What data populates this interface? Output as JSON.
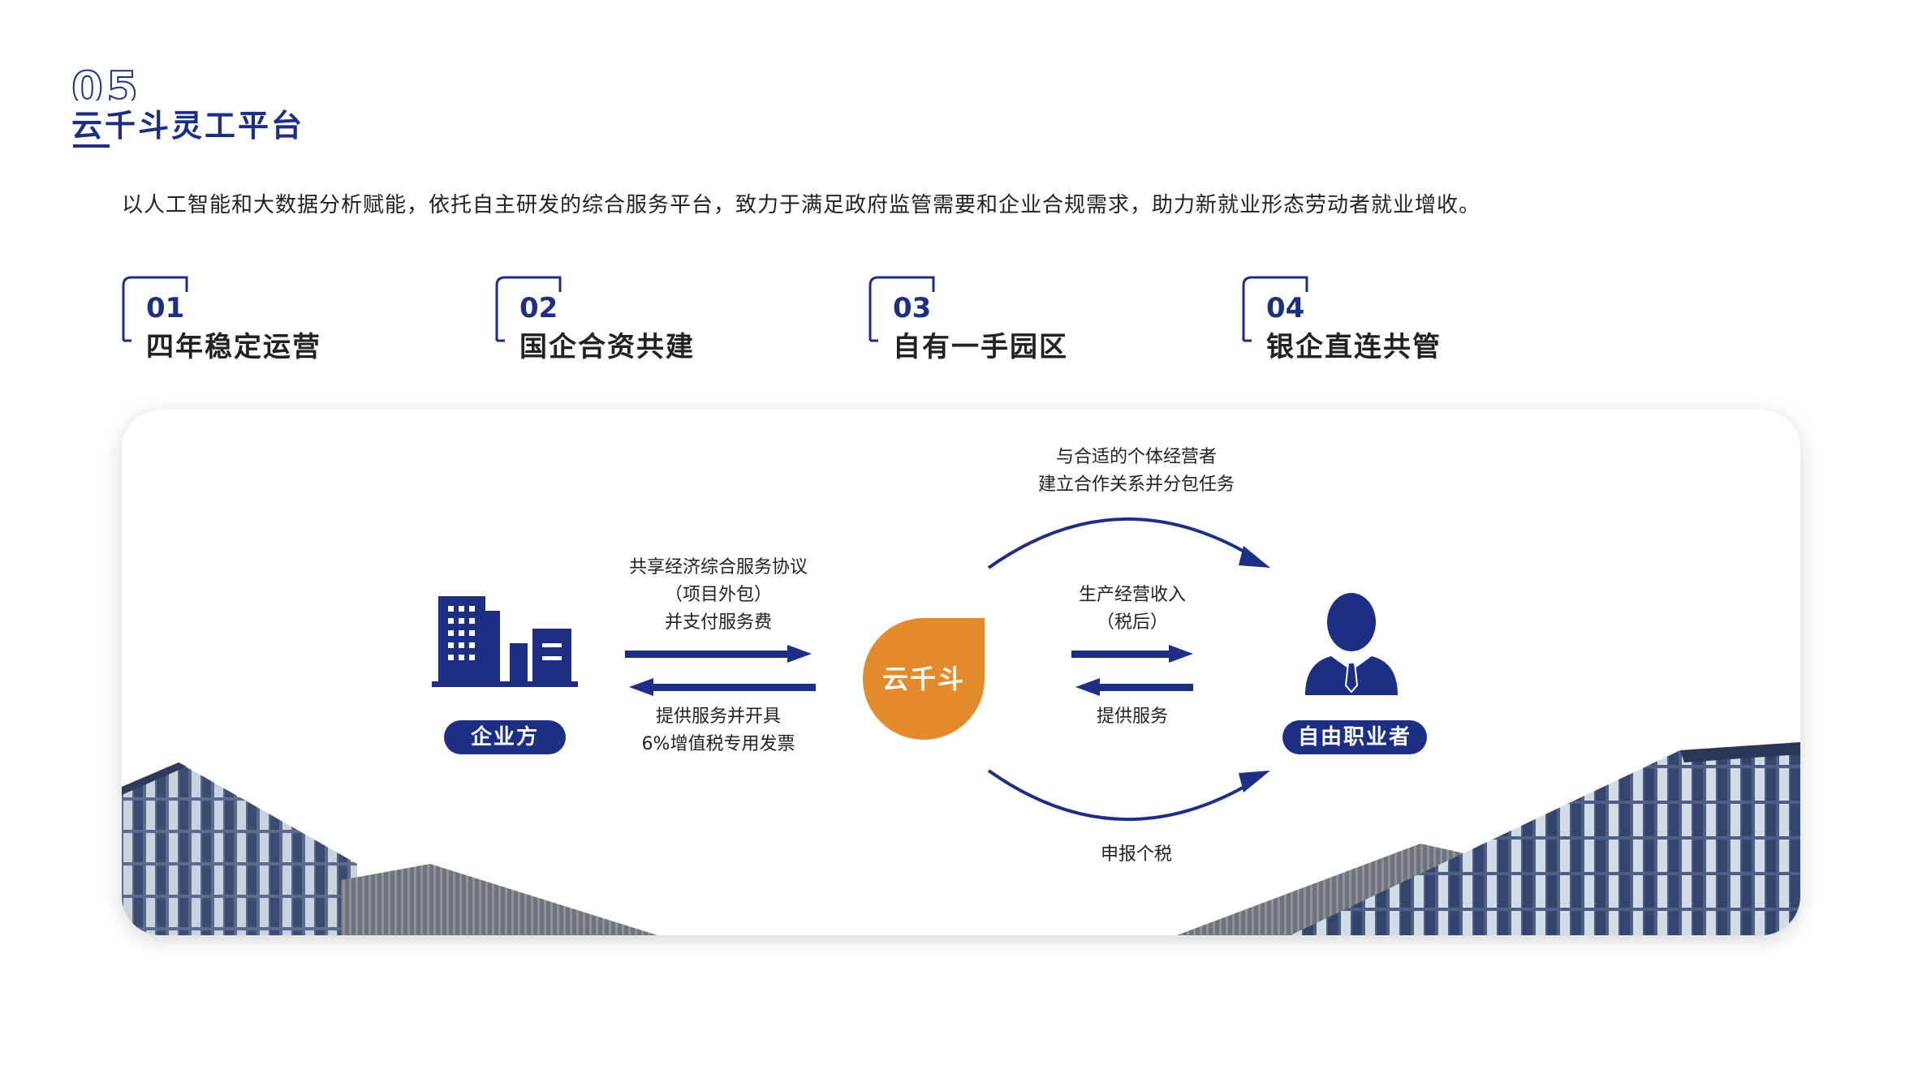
{
  "header": {
    "section_number": "05",
    "title": "云千斗灵工平台",
    "intro": "以人工智能和大数据分析赋能，依托自主研发的综合服务平台，致力于满足政府监管需要和企业合规需求，助力新就业形态劳动者就业增收。"
  },
  "features": [
    {
      "num": "01",
      "label": "四年稳定运营"
    },
    {
      "num": "02",
      "label": "国企合资共建"
    },
    {
      "num": "03",
      "label": "自有一手园区"
    },
    {
      "num": "04",
      "label": "银企直连共管"
    }
  ],
  "diagram": {
    "enterprise_label": "企业方",
    "platform_label": "云千斗",
    "worker_label": "自由职业者",
    "left_top": [
      "共享经济综合服务协议",
      "（项目外包）",
      "并支付服务费"
    ],
    "left_bottom": [
      "提供服务并开具",
      "6%增值税专用发票"
    ],
    "right_top": [
      "生产经营收入",
      "（税后）"
    ],
    "right_bottom": [
      "提供服务"
    ],
    "arc_top": [
      "与合适的个体经营者",
      "建立合作关系并分包任务"
    ],
    "arc_bottom": [
      "申报个税"
    ],
    "colors": {
      "primary": "#1d2f84",
      "accent": "#e38a2a"
    }
  }
}
